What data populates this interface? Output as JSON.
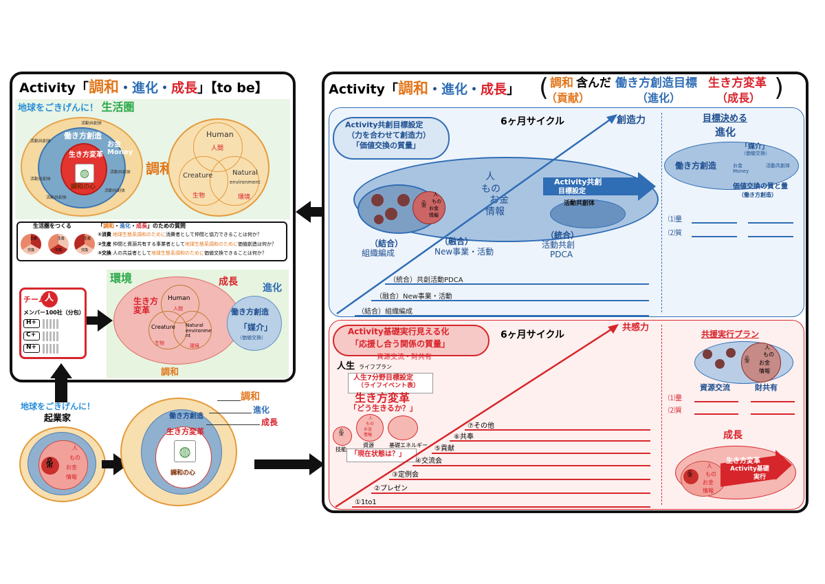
{
  "left_panel": {
    "title_prefix": "Activity「",
    "title_c1": "調和",
    "title_dot1": "・",
    "title_c2": "進化",
    "title_dot2": "・",
    "title_c3": "成長",
    "title_suffix": "」【to be】",
    "subtitle_rainbow": "地球をごきげんに！",
    "subtitle_green": "生活圏",
    "eco_circle": {
      "center": "生き方変革",
      "ring1": "働き方創造",
      "money": "お金\nMoney",
      "core": "調和の心",
      "small": [
        "活動共創体",
        "活動共創体",
        "活動共創体",
        "活動共創体",
        "活動共創体",
        "活動共創体"
      ]
    },
    "chowa_label": "調和",
    "venn": {
      "human": "Human",
      "human_jp": "人間",
      "creature": "Creature",
      "creature_jp": "生物",
      "natural": "Natural",
      "natural_env": "environment",
      "natural_jp": "環境"
    },
    "questions": {
      "header_left": "生活圏をつくる",
      "header_main_pre": "「",
      "header_c1": "調和",
      "header_c2": "進化",
      "header_c3": "成長",
      "header_main_post": "」のための質問",
      "pies": [
        "生産",
        "生産",
        "生産"
      ],
      "pies_bottom": [
        "交換",
        "交換",
        "交換"
      ],
      "q1_label": "①消費",
      "q1_hl": "地球生態系調和のために",
      "q1_text": "消費者として仲間と協力できることは何か？",
      "q2_label": "②生産",
      "q2_text1": "仲間と資源共有する事業者として",
      "q2_hl": "地球生態系調和のために",
      "q2_text2": "価値創造は何か？",
      "q3_label": "③交換",
      "q3_text1": "人の共益者として",
      "q3_hl": "地球生態系調和のために",
      "q3_text2": "価値交換できることは何か？"
    },
    "team": {
      "label": "チーム",
      "person": "人",
      "members": "メンバー100社（分包）",
      "rows": [
        "H+",
        "C+",
        "N+"
      ]
    },
    "env": {
      "kankyo": "環境",
      "seicho": "成長",
      "shinka": "進化",
      "ikikata": "生き方\n変革",
      "human": "Human",
      "human_jp": "人間",
      "creature": "Creature",
      "creature_jp": "生物",
      "natural": "Natural\nenvironme\nnt",
      "natural_jp": "環境",
      "chowa": "調和",
      "hataraki": "働き方創造",
      "baikai": "「媒介」",
      "kachi": "（価値交換）"
    }
  },
  "bottom_left": {
    "rainbow": "地球をごきげんに！",
    "kigyoka": "起業家",
    "person_lines": [
      "人",
      "もの",
      "お金",
      "情報"
    ],
    "chowa": "調和",
    "shinka": "進化",
    "seicho": "成長",
    "hataraki": "働き方創造",
    "ikikata": "生き方変革",
    "core": "調和の心"
  },
  "right_panel": {
    "title_prefix": "Activity「",
    "title_c1": "調和",
    "title_dot1": "・",
    "title_c2": "進化",
    "title_dot2": "・",
    "title_c3": "成長",
    "title_suffix": "」",
    "bracket_c1": "調和",
    "bracket_c1_sub": "（貢献）",
    "bracket_mid": "含んだ",
    "bracket_c2": "働き方創造目標",
    "bracket_c2_sub": "（進化）",
    "bracket_c3": "生き方変革",
    "bracket_c3_sub": "（成長）",
    "top": {
      "box_l1": "Activity共創目標設定",
      "box_l2": "（力を合わせて創造力）",
      "box_l3": "「価値交換の質量」",
      "cycle": "6ヶ月サイクル",
      "sozo": "創造力",
      "ellipse_center": [
        "人",
        "もの",
        "お金",
        "情報"
      ],
      "small_person": [
        "人",
        "もの",
        "お金",
        "情報"
      ],
      "arrow_label1": "Activity共創",
      "arrow_label2": "目標設定",
      "katsudo": "活動共創体",
      "ketsugo": "（結合）",
      "ketsugo_sub": "組織編成",
      "yugo": "（融合）",
      "yugo_sub": "New事業・活動",
      "togo": "（統合）",
      "togo_sub1": "活動共創",
      "togo_sub2": "PDCA",
      "lines": [
        "（統合）共創活動PDCA",
        "（融合）New事業・活動",
        "（結合）組織編成"
      ],
      "side_title": "目標決める",
      "side_shinka": "進化",
      "side_hataraki": "働き方創造",
      "side_baikai": "「媒介」",
      "side_kachi": "（価値交換）",
      "side_money": "お金\nMoney",
      "side_katsudo": "活動共創体",
      "side_q1": "価値交換の質と量",
      "side_q2": "（働き方創造）",
      "side_ryo": "⑴量",
      "side_shitsu": "⑵質"
    },
    "bottom": {
      "box_l1": "Activity基礎実行見える化",
      "box_l2": "「応援し合う関係の質量」",
      "box_l3": "資源交流・財共有",
      "cycle": "6ヶ月サイクル",
      "kyokan": "共感力",
      "jinsei": "人生",
      "jinsei_sub": "ライフプラン",
      "plan1": "人生7分野目標設定",
      "plan2": "（ライフイベント表）",
      "ikikata": "生き方変革",
      "doikiru": "「どう生きるか？」",
      "circles": [
        "技能",
        "資源",
        "基礎エネルギー"
      ],
      "circle_person": [
        "人",
        "もの",
        "お金",
        "情報"
      ],
      "genzai": "「現在状態は？」",
      "steps": [
        "⑦その他",
        "⑥共奉",
        "⑤貢献",
        "④交流会",
        "③定例会",
        "②プレゼン",
        "①1to1"
      ],
      "side_title": "共援実行プラン",
      "side_person": [
        "人",
        "もの",
        "お金",
        "情報"
      ],
      "side_shigen": "資源交流",
      "side_zai": "財共有",
      "side_ryo": "⑴量",
      "side_shitsu": "⑵質",
      "seicho": "成長",
      "seicho_person": [
        "人",
        "もの",
        "お金",
        "情報"
      ],
      "seicho_arrow1": "生き方変革",
      "seicho_arrow2": "Activity基礎",
      "seicho_arrow3": "実行"
    }
  }
}
